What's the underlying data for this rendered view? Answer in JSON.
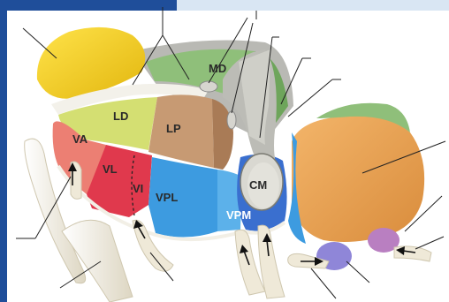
{
  "labels": {
    "md": "MD",
    "ld": "LD",
    "lp": "LP",
    "va": "VA",
    "vl": "VL",
    "vi": "VI",
    "vpl": "VPL",
    "cm": "CM",
    "vpm": "VPM"
  },
  "colors": {
    "frame": "#1f4e9a",
    "background": "#ffffff",
    "anterior": "#f2cf1c",
    "lateral_dorsal": "#d4df72",
    "lateral_posterior": "#c79a73",
    "medial_dorsal": "#8fbf7a",
    "ventral_anterior": "#ec7f73",
    "ventral_lateral": "#e0394d",
    "vpl": "#3d9be0",
    "vpm": "#3a6fcf",
    "pulvinar": "#e7a152",
    "mgn": "#8f86d8",
    "lgn": "#b97fc1",
    "bone": "#efe9d8"
  }
}
